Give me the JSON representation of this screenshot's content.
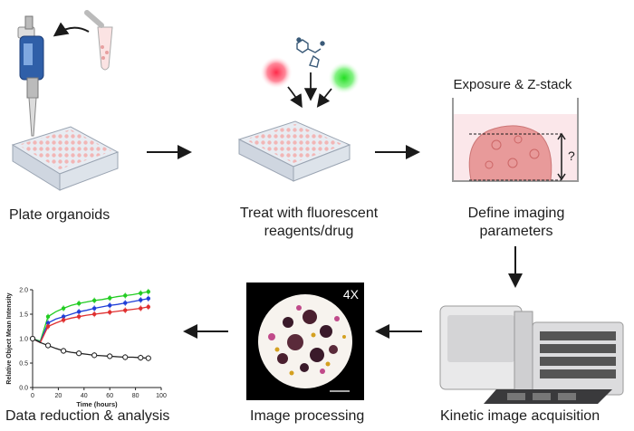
{
  "steps": {
    "plate": {
      "label": "Plate organoids"
    },
    "treat": {
      "label_line1": "Treat with fluorescent",
      "label_line2": "reagents/drug"
    },
    "define": {
      "label_line1": "Define imaging",
      "label_line2": "parameters",
      "panel_title": "Exposure & Z-stack",
      "question_mark": "?"
    },
    "kinetic": {
      "label": "Kinetic image acquisition"
    },
    "processing": {
      "label": "Image processing",
      "magnification": "4X"
    },
    "analysis": {
      "label": "Data reduction & analysis"
    }
  },
  "chart_data": {
    "type": "line",
    "xlabel": "Time (hours)",
    "ylabel": "Relative Object Mean Intensity",
    "xlim": [
      0,
      100
    ],
    "ylim": [
      0,
      2.0
    ],
    "xticks": [
      0,
      20,
      40,
      60,
      80,
      100
    ],
    "yticks": [
      0.0,
      0.5,
      1.0,
      1.5,
      2.0
    ],
    "x": [
      0,
      6,
      12,
      18,
      24,
      30,
      36,
      42,
      48,
      54,
      60,
      66,
      72,
      78,
      84,
      90
    ],
    "series": [
      {
        "color": "#22cc22",
        "values": [
          1.0,
          0.95,
          1.45,
          1.55,
          1.62,
          1.68,
          1.72,
          1.75,
          1.78,
          1.8,
          1.83,
          1.86,
          1.88,
          1.9,
          1.93,
          1.96
        ]
      },
      {
        "color": "#1f3fd8",
        "values": [
          1.0,
          0.93,
          1.32,
          1.4,
          1.45,
          1.5,
          1.55,
          1.58,
          1.62,
          1.65,
          1.68,
          1.7,
          1.73,
          1.76,
          1.79,
          1.82
        ]
      },
      {
        "color": "#e03030",
        "values": [
          1.0,
          0.92,
          1.25,
          1.32,
          1.38,
          1.42,
          1.45,
          1.48,
          1.5,
          1.52,
          1.54,
          1.56,
          1.58,
          1.6,
          1.62,
          1.65
        ]
      },
      {
        "color": "#222222",
        "values": [
          1.0,
          0.92,
          0.86,
          0.8,
          0.75,
          0.72,
          0.7,
          0.68,
          0.66,
          0.65,
          0.64,
          0.63,
          0.62,
          0.62,
          0.61,
          0.6
        ]
      }
    ]
  },
  "colors": {
    "arrow": "#1a1a1a",
    "plate": "#e8ecf2",
    "well": "#f2b6b6",
    "organoid": "#e89a9a"
  }
}
